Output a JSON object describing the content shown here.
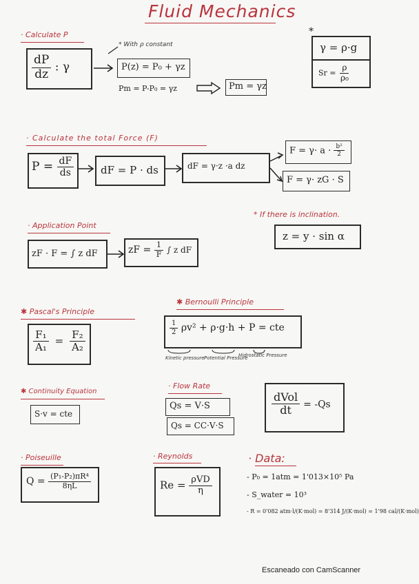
{
  "title": "Fluid Mechanics",
  "sections": {
    "pressure": {
      "heading": "· Calculate P",
      "main_num": "dP",
      "main_den": "dz",
      "main_rhs": ": γ",
      "note": "* With ρ constant",
      "eq1": "P(z) = P₀ + γz",
      "eq2": "Pm = P-P₀ = γz",
      "eq3": "Pm = γz"
    },
    "gamma_box": {
      "star": "*",
      "eq1": "γ = ρ·g",
      "eq2_lhs": "Sr =",
      "eq2_num": "ρ",
      "eq2_den": "ρ₀"
    },
    "force": {
      "heading": "· Calculate the total Force (F)",
      "box1_lhs": "P =",
      "box1_num": "dF",
      "box1_den": "ds",
      "box2": "dF = P · ds",
      "box3": "dF = γ·z ·a dz",
      "box4_lhs": "F = γ· a ·",
      "box4_num": "b²",
      "box4_den": "2",
      "box5": "F = γ· zG · S"
    },
    "application": {
      "heading": "· Application Point",
      "box1": "zF · F = ∫ z dF",
      "box2_lhs": "zF =",
      "box2_num": "1",
      "box2_den": "F",
      "box2_rhs": "∫ z dF"
    },
    "inclination": {
      "heading": "* If there is inclination.",
      "eq": "z = y · sin α"
    },
    "pascal": {
      "heading": "✱ Pascal's Principle",
      "num1": "F₁",
      "den1": "A₁",
      "eq": "=",
      "num2": "F₂",
      "den2": "A₂"
    },
    "bernoulli": {
      "heading": "✱ Bernoulli Principle",
      "half_num": "1",
      "half_den": "2",
      "eq": "ρv² + ρ·g·h + P = cte",
      "label1": "Kinetic pressure",
      "label2": "Potential Pressure",
      "label3": "Hidrostatic Pressure"
    },
    "continuity": {
      "heading": "✱ Continuity Equation",
      "eq": "S·v = cte"
    },
    "flow": {
      "heading": "· Flow Rate",
      "eq1": "Qs = V·S",
      "eq2": "Qs = CC·V·S",
      "dvol_num": "dVol",
      "dvol_den": "dt",
      "dvol_rhs": "= -Qs"
    },
    "poiseuille": {
      "heading": "· Poiseuille",
      "lhs": "Q =",
      "num": "(P₁-P₂)πR⁴",
      "den": "8ηL"
    },
    "reynolds": {
      "heading": "· Reynolds",
      "lhs": "Re =",
      "num": "ρVD",
      "den": "η"
    },
    "data": {
      "heading": "· Data:",
      "p0": "- P₀ = 1atm = 1'013×10⁵ Pa",
      "s_water": "- S_water = 10³",
      "r": "- R = 0'082 atm·l/(K·mol) = 8'314 J/(K·mol) = 1'98 cal/(K·mol)"
    }
  },
  "footer": "Escaneado con CamScanner"
}
